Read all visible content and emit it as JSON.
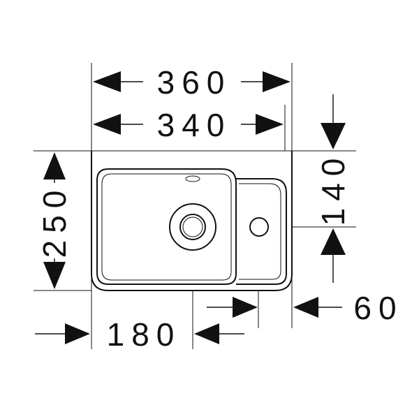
{
  "drawing": {
    "title": "",
    "dimensions": {
      "overall_width": "360",
      "inner_width": "340",
      "depth": "250",
      "tap_hole_offset": "140",
      "drain_offset": "180",
      "side_offset": "60"
    }
  }
}
